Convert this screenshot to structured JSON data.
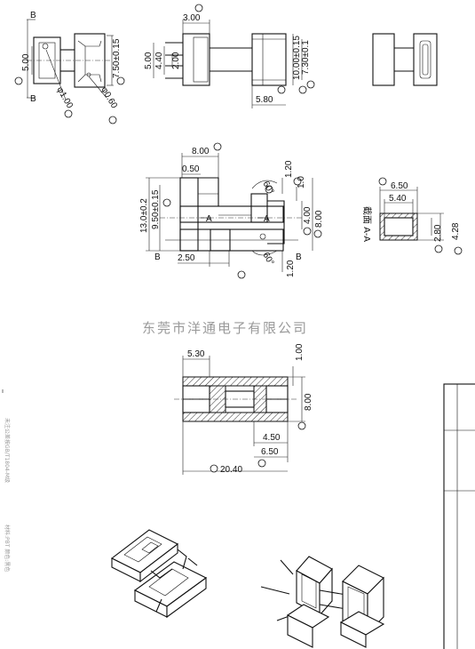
{
  "watermark": "东莞市洋通电子有限公司",
  "section_label": "截面 A-A",
  "dims": {
    "tl_500": "5.00",
    "tl_750": "7.50±0.15",
    "tl_100": "φ1.00",
    "tl_060": "φ0.60",
    "top_300": "3.00",
    "top_500": "5.00",
    "top_440": "4.40",
    "top_200": "2.00",
    "top_1000": "10.00±0.15",
    "top_730": "7.30±0.1",
    "top_580": "5.80",
    "mid_800": "8.00",
    "mid_050": "0.50",
    "mid_120a": "1.20",
    "mid_10": "1.0",
    "mid_950": "9.50±0.15",
    "mid_1300": "13.0±0.2",
    "mid_400": "4.00",
    "mid_800v": "8.00",
    "mid_250": "2.50",
    "mid_120b": "1.20",
    "ang_60a": "60°",
    "ang_60b": "60°",
    "sec_650": "6.50",
    "sec_540": "5.40",
    "sec_280": "2.80",
    "sec_428": "4.28",
    "bot_530": "5.30",
    "bot_100": "1.00",
    "bot_800": "8.00",
    "bot_450": "4.50",
    "bot_650": "6.50",
    "bot_2040": "20.40"
  },
  "markers": {
    "B": "B",
    "A": "A"
  },
  "vertical_notes": {
    "left": "未注公差按GB/T1804-M级",
    "right": "材料:PBT 颜色:黑色"
  }
}
